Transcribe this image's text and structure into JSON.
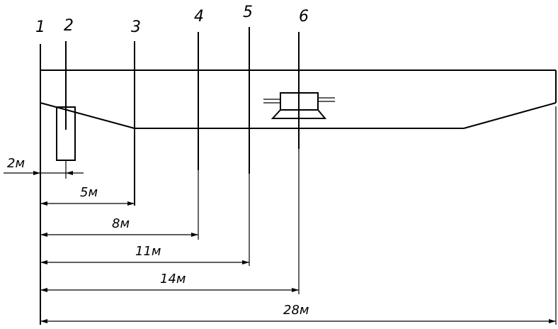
{
  "sections": [
    {
      "id": "s1",
      "label": "1"
    },
    {
      "id": "s2",
      "label": "2"
    },
    {
      "id": "s3",
      "label": "3"
    },
    {
      "id": "s4",
      "label": "4"
    },
    {
      "id": "s5",
      "label": "5"
    },
    {
      "id": "s6",
      "label": "6"
    }
  ],
  "dimensions": [
    {
      "id": "d2",
      "label": "2м"
    },
    {
      "id": "d5",
      "label": "5м"
    },
    {
      "id": "d8",
      "label": "8м"
    },
    {
      "id": "d11",
      "label": "11м"
    },
    {
      "id": "d14",
      "label": "14м"
    },
    {
      "id": "d28",
      "label": "28м"
    }
  ]
}
